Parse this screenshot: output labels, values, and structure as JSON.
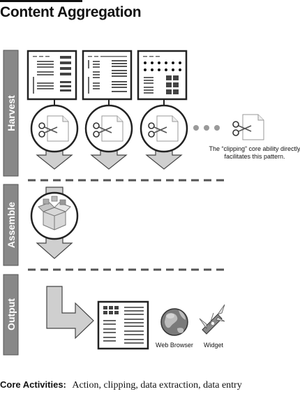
{
  "title": "Content Aggregation",
  "phases": {
    "harvest": "Harvest",
    "assemble": "Assemble",
    "output": "Output"
  },
  "harvest_note": "The “clipping” core ability directly facilitates this pattern.",
  "output_items": {
    "web_browser": "Web Browser",
    "widget": "Widget"
  },
  "core_activities": {
    "label": "Core Activities:",
    "value": "Action, clipping, data extraction, data entry"
  },
  "icons": [
    "page-thumbnail-icon",
    "scissors-icon",
    "document-icon",
    "package-box-icon",
    "globe-icon",
    "swiss-army-knife-icon",
    "ellipsis-dots-icon"
  ],
  "colors": {
    "phase_bar": "#888888",
    "arrow_fill": "#cfcfcf",
    "dash": "#555555"
  }
}
